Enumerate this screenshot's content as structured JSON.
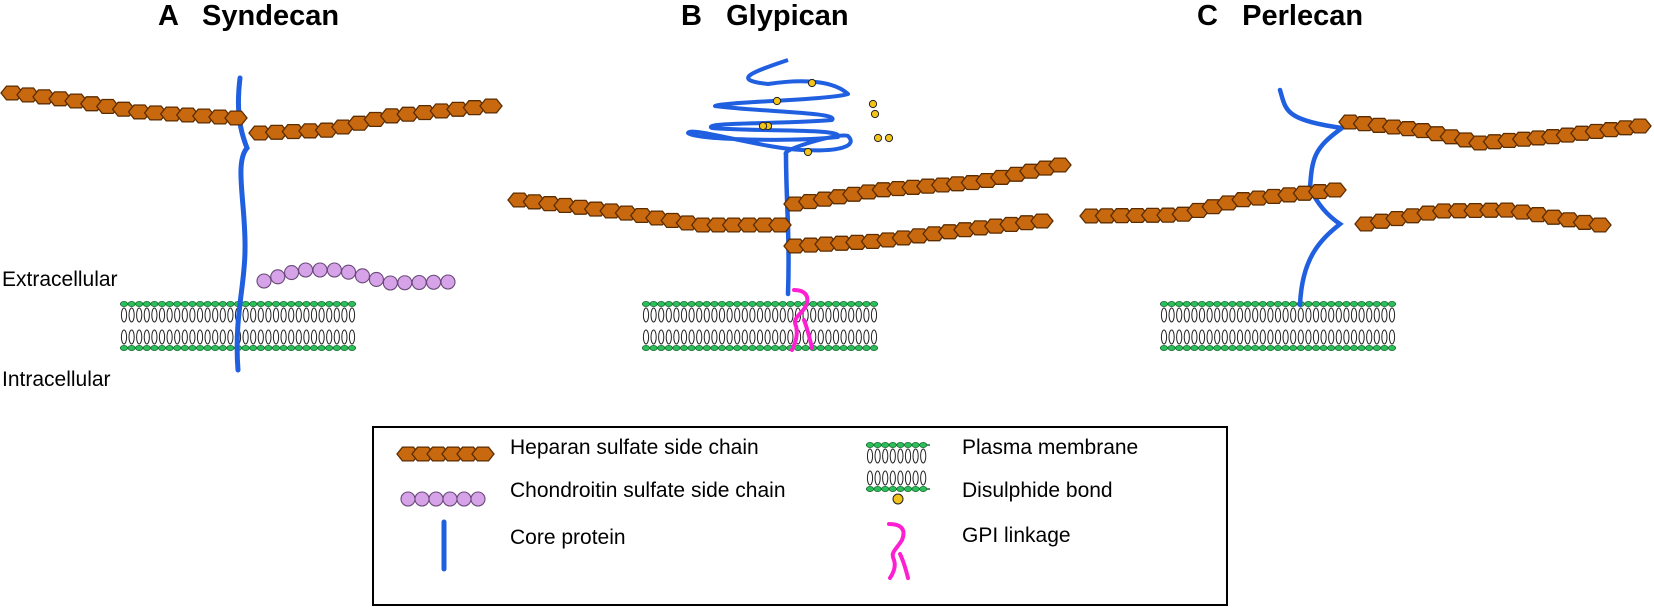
{
  "panels": [
    {
      "letter": "A",
      "name": "Syndecan"
    },
    {
      "letter": "B",
      "name": "Glypican"
    },
    {
      "letter": "C",
      "name": "Perlecan"
    }
  ],
  "labels": {
    "extracellular": "Extracellular",
    "intracellular": "Intracellular"
  },
  "legend": {
    "heparan": "Heparan sulfate side chain",
    "chondroitin": "Chondroitin sulfate side chain",
    "core": "Core protein",
    "membrane": "Plasma membrane",
    "disulphide": "Disulphide bond",
    "gpi": "GPI linkage"
  },
  "colors": {
    "heparan_fill": "#c8690f",
    "heparan_stroke": "#5a2c00",
    "chondroitin_fill": "#d6a2e8",
    "core_protein": "#1f5fe0",
    "membrane_head": "#2bbf5a",
    "disulphide_fill": "#f2c419",
    "gpi": "#ff1fd2"
  }
}
